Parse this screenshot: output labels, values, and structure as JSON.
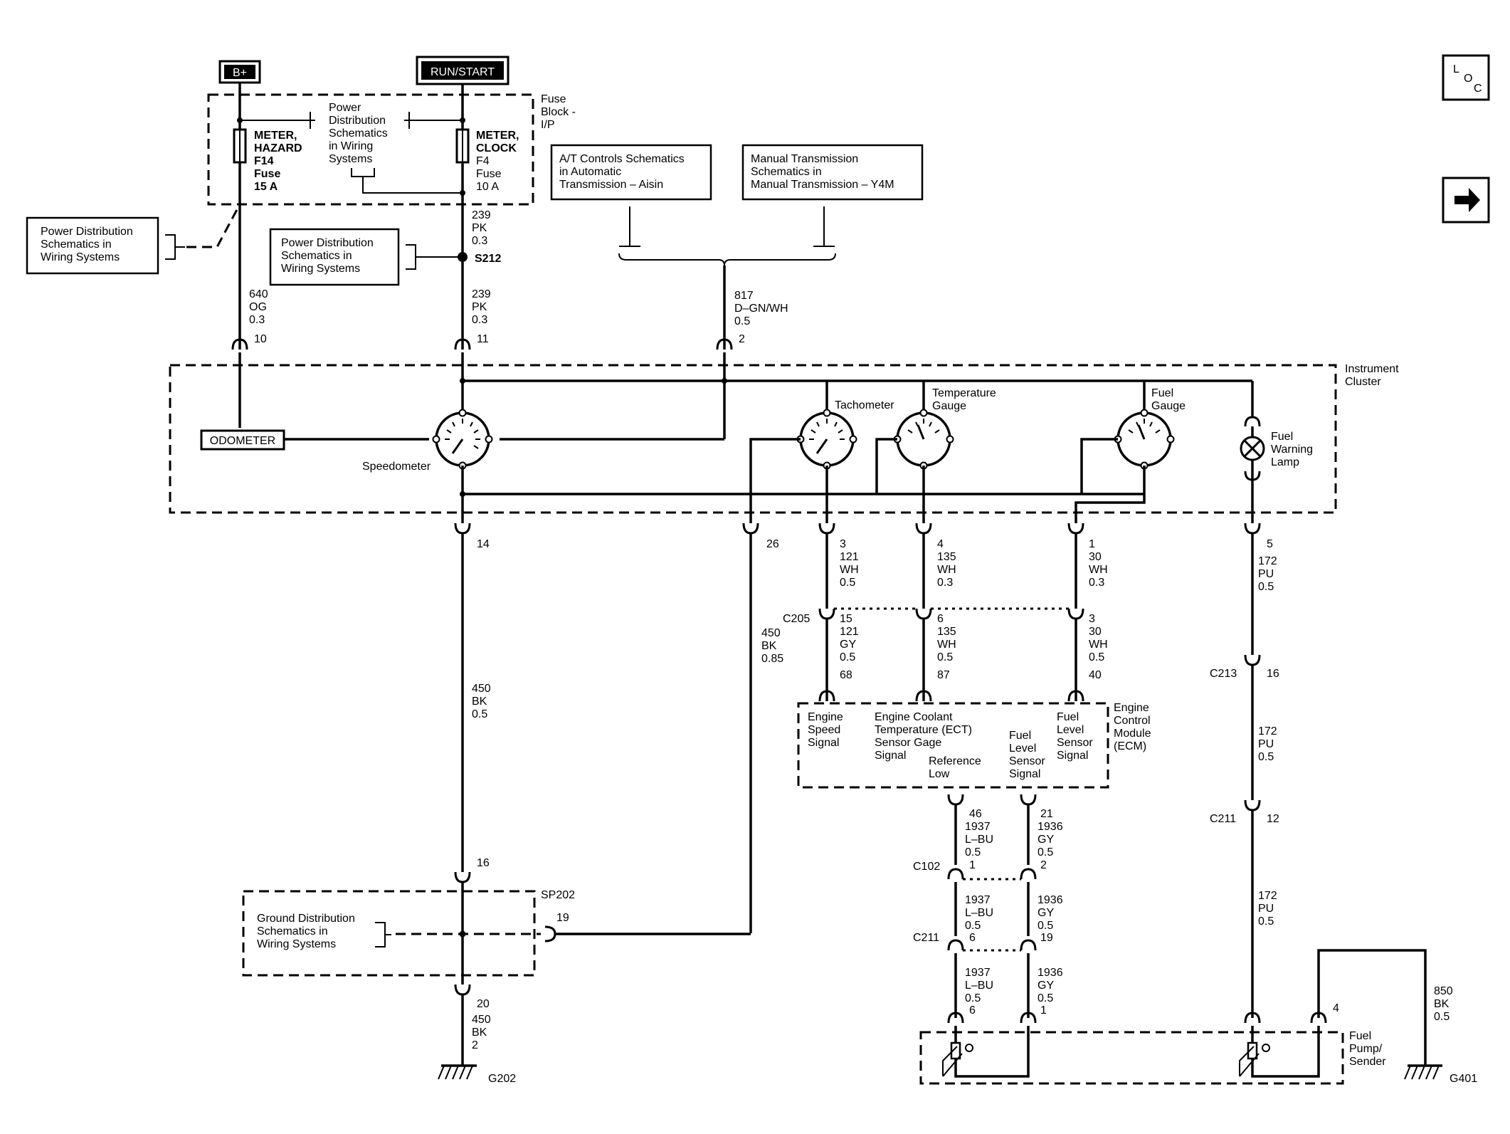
{
  "power": {
    "bplus": "B+",
    "run_start": "RUN/START"
  },
  "fuse_block": {
    "label": [
      "Fuse",
      "Block -",
      "I/P"
    ],
    "fuse_left": [
      "METER,",
      "HAZARD",
      "F14",
      "Fuse",
      "15 A"
    ],
    "fuse_right": [
      "METER,",
      "CLOCK",
      "F4",
      "Fuse",
      "10 A"
    ],
    "pd_inner": [
      "Power",
      "Distribution",
      "Schematics",
      "in Wiring",
      "Systems"
    ]
  },
  "refs": {
    "pd_left": [
      "Power Distribution",
      "Schematics in",
      "Wiring Systems"
    ],
    "pd_mid": [
      "Power Distribution",
      "Schematics in",
      "Wiring Systems"
    ],
    "at_controls": [
      "A/T Controls Schematics",
      "in Automatic",
      "Transmission – Aisin"
    ],
    "manual_trans": [
      "Manual Transmission",
      "Schematics in",
      "Manual Transmission – Y4M"
    ],
    "ground_dist": [
      "Ground Distribution",
      "Schematics in",
      "Wiring Systems"
    ]
  },
  "nav": {
    "loc": [
      "L",
      "O",
      "C"
    ],
    "arrow_icon": "right-arrow-icon"
  },
  "wires": {
    "w239a": [
      "239",
      "PK",
      "0.3"
    ],
    "splice_s212": "S212",
    "w640": [
      "640",
      "OG",
      "0.3"
    ],
    "w239b": [
      "239",
      "PK",
      "0.3"
    ],
    "w817": [
      "817",
      "D–GN/WH",
      "0.5"
    ],
    "w450a": [
      "450",
      "BK",
      "0.85"
    ],
    "w121a": [
      "121",
      "WH",
      "0.5"
    ],
    "w135a": [
      "135",
      "WH",
      "0.3"
    ],
    "w30a": [
      "30",
      "WH",
      "0.3"
    ],
    "w172a": [
      "172",
      "PU",
      "0.5"
    ],
    "w121b": [
      "121",
      "GY",
      "0.5"
    ],
    "w135b": [
      "135",
      "WH",
      "0.5"
    ],
    "w30b": [
      "30",
      "WH",
      "0.5"
    ],
    "w450b": [
      "450",
      "BK",
      "0.5"
    ],
    "w172b": [
      "172",
      "PU",
      "0.5"
    ],
    "w1937a": [
      "1937",
      "L–BU",
      "0.5"
    ],
    "w1936a": [
      "1936",
      "GY",
      "0.5"
    ],
    "w1937b": [
      "1937",
      "L–BU",
      "0.5"
    ],
    "w1936b": [
      "1936",
      "GY",
      "0.5"
    ],
    "w1937c": [
      "1937",
      "L–BU",
      "0.5"
    ],
    "w1936c": [
      "1936",
      "GY",
      "0.5"
    ],
    "w172c": [
      "172",
      "PU",
      "0.5"
    ],
    "w850": [
      "850",
      "BK",
      "0.5"
    ],
    "w450c": [
      "450",
      "BK",
      "2"
    ]
  },
  "pins": {
    "p10": "10",
    "p11": "11",
    "p2": "2",
    "p14": "14",
    "p26": "26",
    "p3": "3",
    "p4": "4",
    "p1": "1",
    "p5": "5",
    "p15": "15",
    "p6": "6",
    "p3b": "3",
    "p68": "68",
    "p87": "87",
    "p40": "40",
    "p16a": "16",
    "p46": "46",
    "p21": "21",
    "p1b": "1",
    "p2b": "2",
    "p6b": "6",
    "p19b": "19",
    "p6c": "6",
    "p1c": "1",
    "p12": "12",
    "p16b": "16",
    "p19a": "19",
    "p20": "20",
    "p4b": "4"
  },
  "connectors": {
    "c205": "C205",
    "c213": "C213",
    "c211a": "C211",
    "c102": "C102",
    "c211b": "C211",
    "sp202": "SP202"
  },
  "cluster": {
    "label": [
      "Instrument",
      "Cluster"
    ],
    "odometer": "ODOMETER",
    "speedometer": "Speedometer",
    "tachometer": "Tachometer",
    "temp_gauge": [
      "Temperature",
      "Gauge"
    ],
    "fuel_gauge": [
      "Fuel",
      "Gauge"
    ],
    "fuel_lamp": [
      "Fuel",
      "Warning",
      "Lamp"
    ]
  },
  "ecm": {
    "label": [
      "Engine",
      "Control",
      "Module",
      "(ECM)"
    ],
    "engine_speed": [
      "Engine",
      "Speed",
      "Signal"
    ],
    "ect": [
      "Engine Coolant",
      "Temperature (ECT)",
      "Sensor Gage",
      "Signal"
    ],
    "ref_low": [
      "Reference",
      "Low"
    ],
    "fuel_level": [
      "Fuel",
      "Level",
      "Sensor",
      "Signal"
    ],
    "fuel_level2": [
      "Fuel",
      "Level",
      "Sensor",
      "Signal"
    ]
  },
  "fuel_pump": [
    "Fuel",
    "Pump/",
    "Sender"
  ],
  "grounds": {
    "g202": "G202",
    "g401": "G401"
  }
}
